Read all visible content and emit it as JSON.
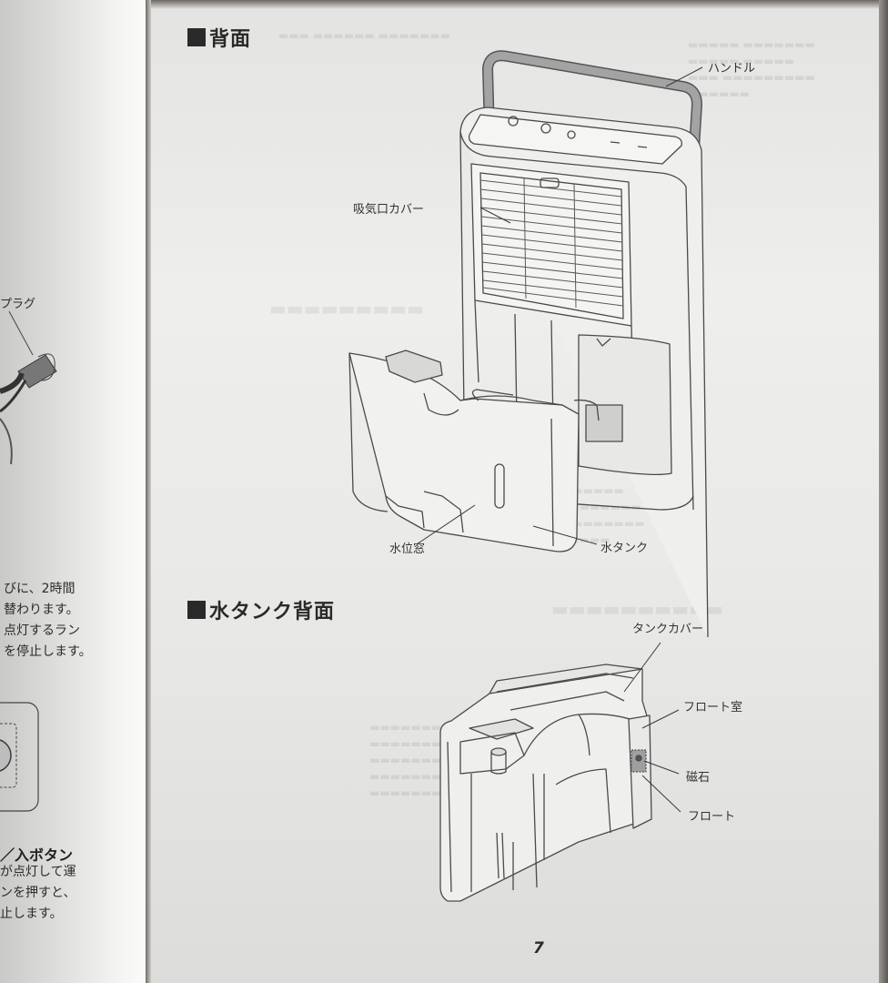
{
  "left_page": {
    "plug_label": "プラグ",
    "paragraph_lines": [
      "びに、2時間",
      "替わります。",
      "点灯するラン",
      "を停止します。"
    ],
    "button_heading": "／入ボタン",
    "button_lines": [
      "が点灯して運",
      "ンを押すと、",
      "止します。"
    ]
  },
  "right_page": {
    "sections": [
      {
        "title": "背面",
        "labels": {
          "handle": "ハンドル",
          "intake_cover": "吸気口カバー",
          "water_level_window": "水位窓",
          "water_tank": "水タンク"
        }
      },
      {
        "title": "水タンク背面",
        "labels": {
          "tank_cover": "タンクカバー",
          "float_chamber": "フロート室",
          "magnet": "磁石",
          "float": "フロート"
        }
      }
    ],
    "page_number": "7"
  },
  "colors": {
    "ink": "#2a2a2a",
    "paper": "#eceae8",
    "line_art": "#555555",
    "handle_fill": "#9c9c9c"
  }
}
